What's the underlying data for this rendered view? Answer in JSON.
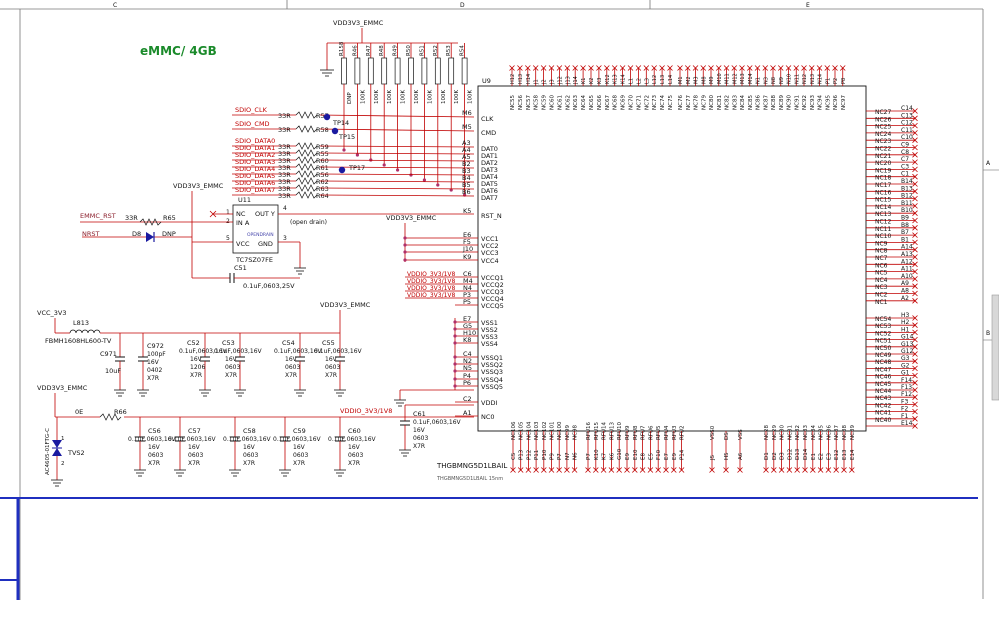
{
  "header": {
    "zone_labels": [
      "C",
      "D",
      "E"
    ]
  },
  "side_zone_labels": [
    "A",
    "B"
  ],
  "title_note": "eMMC/ 4GB",
  "power": {
    "vdd_emmc": "VDD3V3_EMMC",
    "vddio": "VDDIO_3V3/1V8",
    "vcc": "VCC_3V3"
  },
  "pullups": {
    "resistors": [
      "R158",
      "R46",
      "R47",
      "R48",
      "R49",
      "R50",
      "R51",
      "R52",
      "R53",
      "R54"
    ],
    "value": "100K",
    "dnp": "DNP"
  },
  "signal_nets": [
    {
      "net": "SDIO_CLK",
      "val": "33R",
      "ref": "R57",
      "pin": "M6",
      "name": "CLK"
    },
    {
      "net": "SDIO_CMD",
      "val": "33R",
      "ref": "R58",
      "pin": "M5",
      "name": "CMD"
    },
    {
      "net": "SDIO_DATA0",
      "val": "33R",
      "ref": "R59",
      "pin": "A3",
      "name": "DAT0"
    },
    {
      "net": "SDIO_DATA1",
      "val": "33R",
      "ref": "R55",
      "pin": "A4",
      "name": "DAT1"
    },
    {
      "net": "SDIO_DATA2",
      "val": "33R",
      "ref": "R60",
      "pin": "A5",
      "name": "DAT2"
    },
    {
      "net": "SDIO_DATA3",
      "val": "33R",
      "ref": "R61",
      "pin": "B2",
      "name": "DAT3"
    },
    {
      "net": "SDIO_DATA4",
      "val": "33R",
      "ref": "R56",
      "pin": "B3",
      "name": "DAT4"
    },
    {
      "net": "SDIO_DATA5",
      "val": "33R",
      "ref": "R62",
      "pin": "B4",
      "name": "DAT5"
    },
    {
      "net": "SDIO_DATA6",
      "val": "33R",
      "ref": "R63",
      "pin": "B5",
      "name": "DAT6"
    },
    {
      "net": "SDIO_DATA7",
      "val": "33R",
      "ref": "R64",
      "pin": "B6",
      "name": "DAT7"
    }
  ],
  "testpoints": [
    "TP14",
    "TP15",
    "TP17"
  ],
  "reset": {
    "emmc_rst": "EMMC_RST",
    "nrst": "NRST",
    "r65_val": "33R",
    "r65": "R65",
    "d8": "D8",
    "d8_note": "DNP",
    "u11": "U11",
    "u11_part": "TC7SZ07FE",
    "u11_pins": [
      "NC",
      "IN A",
      "VCC",
      "OUT Y",
      "GND"
    ],
    "u11_pin_nums": [
      "1",
      "2",
      "5",
      "4",
      "3"
    ],
    "opendrain": "OPENDRAIN",
    "open_drain_note": "(open drain)",
    "c51": "C51",
    "c51_val": "0.1uF,0603,25V",
    "pin_k5": "K5",
    "rst_n": "RST_N"
  },
  "u9": {
    "ref": "U9",
    "part": "THGBMNG5D1LBAIL",
    "part_small": "THGBMNG5D1LBAIL 15nm",
    "left_pins": [
      {
        "pin": "E6",
        "name": "VCC1"
      },
      {
        "pin": "F5",
        "name": "VCC2"
      },
      {
        "pin": "J10",
        "name": "VCC3"
      },
      {
        "pin": "K9",
        "name": "VCC4"
      },
      {
        "pin": "C6",
        "name": "VCCQ1"
      },
      {
        "pin": "M4",
        "name": "VCCQ2"
      },
      {
        "pin": "N4",
        "name": "VCCQ3"
      },
      {
        "pin": "P3",
        "name": "VCCQ4"
      },
      {
        "pin": "P5",
        "name": "VCCQ5"
      },
      {
        "pin": "E7",
        "name": "VSS1"
      },
      {
        "pin": "G5",
        "name": "VSS2"
      },
      {
        "pin": "H10",
        "name": "VSS3"
      },
      {
        "pin": "K8",
        "name": "VSS4"
      },
      {
        "pin": "C4",
        "name": "VSSQ1"
      },
      {
        "pin": "N2",
        "name": "VSSQ2"
      },
      {
        "pin": "N5",
        "name": "VSSQ3"
      },
      {
        "pin": "P4",
        "name": "VSSQ4"
      },
      {
        "pin": "P6",
        "name": "VSSQ5"
      },
      {
        "pin": "C2",
        "name": "VDDI"
      },
      {
        "pin": "A1",
        "name": "NC0"
      }
    ],
    "top_pins": [
      "NC55",
      "NC56",
      "NC57",
      "NC58",
      "NC59",
      "NC60",
      "NC61",
      "NC62",
      "NC63",
      "NC64",
      "NC65",
      "NC66",
      "NC67",
      "NC68",
      "NC69",
      "NC70",
      "NC71",
      "NC72",
      "NC73",
      "NC74",
      "NC75",
      "NC76",
      "NC77",
      "NC78",
      "NC79",
      "NC80",
      "NC81",
      "NC82",
      "NC83",
      "NC84",
      "NC85",
      "NC86",
      "NC87",
      "NC88",
      "NC89",
      "NC90",
      "NC91",
      "NC92",
      "NC93",
      "NC94",
      "NC95",
      "NC96",
      "NC97"
    ],
    "top_pin_nums": [
      "H12",
      "H13",
      "H14",
      "J1",
      "J2",
      "J3",
      "J12",
      "J13",
      "J14",
      "K1",
      "K2",
      "K3",
      "K12",
      "K13",
      "K14",
      "L1",
      "L2",
      "L3",
      "L12",
      "L13",
      "L14",
      "M1",
      "M2",
      "M3",
      "M8",
      "M9",
      "M10",
      "M11",
      "M12",
      "M13",
      "M14",
      "N1",
      "N3",
      "N8",
      "N9",
      "N10",
      "N11",
      "N12",
      "N13",
      "N14",
      "P1",
      "P2",
      "P8"
    ],
    "right_pins": [
      {
        "name": "NC27",
        "pin": "C14"
      },
      {
        "name": "NC26",
        "pin": "C13"
      },
      {
        "name": "NC25",
        "pin": "C12"
      },
      {
        "name": "NC24",
        "pin": "C11"
      },
      {
        "name": "NC23",
        "pin": "C10"
      },
      {
        "name": "NC22",
        "pin": "C9"
      },
      {
        "name": "NC21",
        "pin": "C8"
      },
      {
        "name": "NC20",
        "pin": "C7"
      },
      {
        "name": "NC19",
        "pin": "C3"
      },
      {
        "name": "NC18",
        "pin": "C1"
      },
      {
        "name": "NC17",
        "pin": "B14"
      },
      {
        "name": "NC16",
        "pin": "B13"
      },
      {
        "name": "NC15",
        "pin": "B12"
      },
      {
        "name": "NC14",
        "pin": "B11"
      },
      {
        "name": "NC13",
        "pin": "B10"
      },
      {
        "name": "NC12",
        "pin": "B9"
      },
      {
        "name": "NC11",
        "pin": "B8"
      },
      {
        "name": "NC10",
        "pin": "B7"
      },
      {
        "name": "NC9",
        "pin": "B1"
      },
      {
        "name": "NC8",
        "pin": "A14"
      },
      {
        "name": "NC7",
        "pin": "A13"
      },
      {
        "name": "NC6",
        "pin": "A12"
      },
      {
        "name": "NC5",
        "pin": "A11"
      },
      {
        "name": "NC4",
        "pin": "A10"
      },
      {
        "name": "NC3",
        "pin": "A9"
      },
      {
        "name": "NC2",
        "pin": "A8"
      },
      {
        "name": "NC1",
        "pin": "A2"
      },
      {
        "name": "NC54",
        "pin": "H3"
      },
      {
        "name": "NC53",
        "pin": "H2"
      },
      {
        "name": "NC52",
        "pin": "H1"
      },
      {
        "name": "NC51",
        "pin": "G14"
      },
      {
        "name": "NC50",
        "pin": "G13"
      },
      {
        "name": "NC49",
        "pin": "G12"
      },
      {
        "name": "NC48",
        "pin": "G3"
      },
      {
        "name": "NC47",
        "pin": "G2"
      },
      {
        "name": "NC46",
        "pin": "G1"
      },
      {
        "name": "NC45",
        "pin": "F14"
      },
      {
        "name": "NC44",
        "pin": "F13"
      },
      {
        "name": "NC43",
        "pin": "F12"
      },
      {
        "name": "NC42",
        "pin": "F3"
      },
      {
        "name": "NC41",
        "pin": "F2"
      },
      {
        "name": "NC40",
        "pin": "F1"
      },
      {
        "name": "",
        "pin": "E14"
      }
    ],
    "bottom_pins": [
      {
        "name": "NC106",
        "pin": "C5"
      },
      {
        "name": "NC105",
        "pin": "P13"
      },
      {
        "name": "NC104",
        "pin": "P12"
      },
      {
        "name": "NC103",
        "pin": "P11"
      },
      {
        "name": "NC102",
        "pin": "P10"
      },
      {
        "name": "NC101",
        "pin": "P9"
      },
      {
        "name": "NC100",
        "pin": "P7"
      },
      {
        "name": "NC99",
        "pin": "N7"
      },
      {
        "name": "NC98",
        "pin": "N6"
      },
      {
        "name": "RFU16",
        "pin": "P7"
      },
      {
        "name": "RFU15",
        "pin": "K10"
      },
      {
        "name": "RFU14",
        "pin": "K7"
      },
      {
        "name": "RFU13",
        "pin": "K6"
      },
      {
        "name": "RFU10",
        "pin": "G10"
      },
      {
        "name": "RFU9",
        "pin": "E9"
      },
      {
        "name": "RFU8",
        "pin": "E10"
      },
      {
        "name": "RFU7",
        "pin": "E8"
      },
      {
        "name": "RFU6",
        "pin": "E5"
      },
      {
        "name": "RFU5",
        "pin": "F10"
      },
      {
        "name": "RFU4",
        "pin": "E7"
      },
      {
        "name": "RFU3",
        "pin": "E9"
      },
      {
        "name": "RFU2",
        "pin": "P14"
      },
      {
        "name": "VSS0",
        "pin": "J5"
      },
      {
        "name": "DS",
        "pin": "H5"
      },
      {
        "name": "VSS",
        "pin": "A6"
      },
      {
        "name": "NC28",
        "pin": "D1"
      },
      {
        "name": "NC29",
        "pin": "D2"
      },
      {
        "name": "NC30",
        "pin": "D3"
      },
      {
        "name": "NC31",
        "pin": "D12"
      },
      {
        "name": "NC32",
        "pin": "D13"
      },
      {
        "name": "NC33",
        "pin": "D14"
      },
      {
        "name": "NC34",
        "pin": "E1"
      },
      {
        "name": "NC35",
        "pin": "E2"
      },
      {
        "name": "NC36",
        "pin": "E3"
      },
      {
        "name": "NC37",
        "pin": "E12"
      },
      {
        "name": "NC38",
        "pin": "E13"
      },
      {
        "name": "NC39",
        "pin": "E14"
      }
    ]
  },
  "filter": {
    "l813": "L813",
    "l813_part": "FBMH1608HL600-TV",
    "c971": "C971",
    "c971_val": "10uF",
    "c972": "C972",
    "c972_val": [
      "100pF",
      "16V",
      "0402",
      "X7R"
    ]
  },
  "decoupling_top": [
    {
      "ref": "C52",
      "val": [
        "0.1uF,0603,16V",
        "16V",
        "1206",
        "X7R"
      ]
    },
    {
      "ref": "C53",
      "val": [
        "0.1uF,0603,16V",
        "16V",
        "0603",
        "X7R"
      ]
    },
    {
      "ref": "C54",
      "val": [
        "0.1uF,0603,16V",
        "16V",
        "0603",
        "X7R"
      ]
    },
    {
      "ref": "C55",
      "val": [
        "0.1uF,0603,16V",
        "16V",
        "0603",
        "X7R"
      ]
    }
  ],
  "decoupling_bottom": [
    {
      "ref": "C56",
      "val": [
        "0.1uF,0603,16V",
        "16V",
        "0603",
        "X7R"
      ]
    },
    {
      "ref": "C57",
      "val": [
        "0.1uF,0603,16V",
        "16V",
        "0603",
        "X7R"
      ]
    },
    {
      "ref": "C58",
      "val": [
        "0.1uF,0603,16V",
        "16V",
        "0603",
        "X7R"
      ]
    },
    {
      "ref": "C59",
      "val": [
        "0.1uF,0603,16V",
        "16V",
        "0603",
        "X7R"
      ]
    },
    {
      "ref": "C60",
      "val": [
        "0.1uF,0603,16V",
        "16V",
        "0603",
        "X7R"
      ]
    }
  ],
  "c61": {
    "ref": "C61",
    "val": [
      "0.1uF,0603,16V",
      "16V",
      "0603",
      "X7R"
    ]
  },
  "tvs": {
    "ref": "TVS2",
    "part": "AC4605-01FTG-C",
    "r66": "R66",
    "r66_val": "0E",
    "pin1": "1",
    "pin2": "2"
  },
  "colors": {
    "wire": "#c00000",
    "ink": "#111111",
    "net": "#8a1d2a",
    "title": "#1a8a2a",
    "border": "#1f2fbf",
    "junction": "#b0306a",
    "testpoint": "#1a1aa0"
  }
}
